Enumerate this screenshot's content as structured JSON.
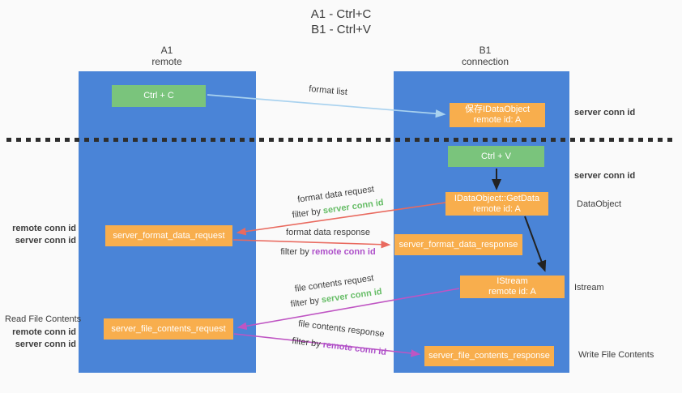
{
  "title": {
    "line1": "A1 - Ctrl+C",
    "line2": "B1 - Ctrl+V"
  },
  "lanes": {
    "left": {
      "name": "A1",
      "sub": "remote"
    },
    "right": {
      "name": "B1",
      "sub": "connection"
    }
  },
  "nodes": {
    "ctrl_c": "Ctrl + C",
    "ctrl_v": "Ctrl + V",
    "save_idataobject": {
      "line1": "保存IDataObject",
      "line2": "remote id: A"
    },
    "getdata": {
      "line1": "IDataObject::GetData",
      "line2": "remote id: A"
    },
    "istream": {
      "line1": "IStream",
      "line2": "remote id: A"
    },
    "format_request": "server_format_data_request",
    "format_response": "server_format_data_response",
    "file_request": "server_file_contents_request",
    "file_response": "server_file_contents_response"
  },
  "edge_labels": {
    "format_list": "format list",
    "format_data_request": "format data request",
    "format_data_response": "format data response",
    "file_contents_request": "file contents request",
    "file_contents_response": "file contents response",
    "filter_by": "filter by ",
    "server_conn_id": "server conn id",
    "remote_conn_id": "remote conn id"
  },
  "side_labels": {
    "right": {
      "server_conn_id_top": "server conn id",
      "server_conn_id_mid": "server conn id",
      "dataobject": "DataObject",
      "istream": "Istream",
      "write_file_contents": "Write File Contents"
    },
    "left": {
      "remote_conn_id_1": "remote conn id",
      "server_conn_id_1": "server conn id",
      "read_file_contents": "Read File Contents",
      "remote_conn_id_2": "remote conn id",
      "server_conn_id_2": "server conn id"
    }
  },
  "colors": {
    "lane_blue": "#4a84d7",
    "node_green": "#7ac47c",
    "node_orange": "#f8ae4d",
    "arrow_light_blue": "#a9d2ef",
    "arrow_red": "#e96a5f",
    "arrow_purple": "#bf55c3",
    "arrow_black": "#222222",
    "text_green": "#67bd67",
    "text_purple": "#ad4fc9"
  }
}
